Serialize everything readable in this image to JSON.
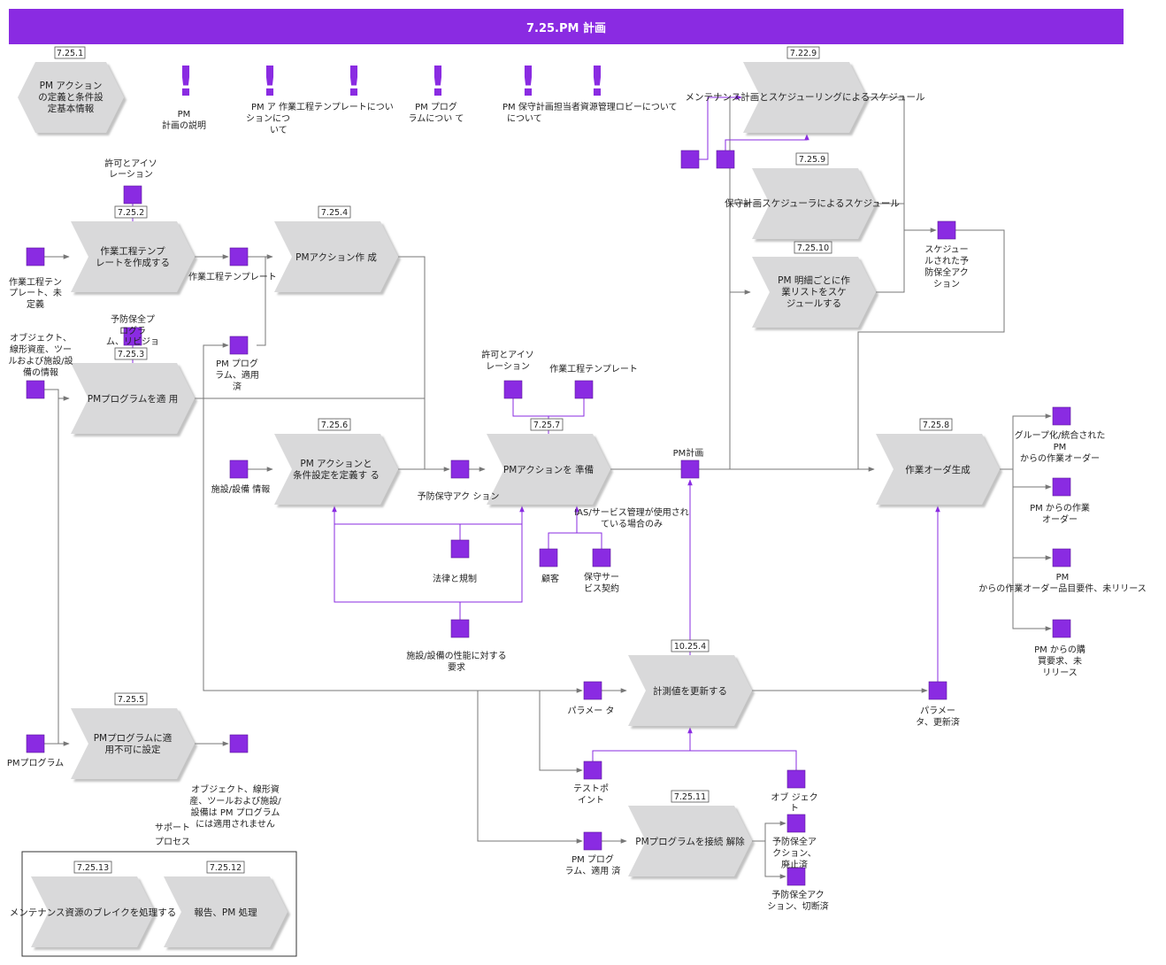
{
  "title": "7.25.PM 計画",
  "colors": {
    "header": "#8a2be2",
    "square": "#8a2be2",
    "shape": "#d9d9da",
    "connector": "#777777"
  },
  "start_node": {
    "id": "7.25.1",
    "lines": [
      "PM アクション",
      "の定義と条件設",
      "定基本情報"
    ]
  },
  "info_notes": [
    {
      "lines": [
        "PM",
        "計画の説明"
      ]
    },
    {
      "lines": [
        "PM ア 作業工程テンプレートについ",
        "ションにつ",
        "いて"
      ]
    },
    {
      "lines": [
        "PM プログ",
        "ラムについ て"
      ]
    },
    {
      "lines": [
        "PM 保守計画担当者資源管理ロビーについて",
        "について"
      ]
    }
  ],
  "processes": [
    {
      "id": "7.25.2",
      "lines": [
        "作業工程テンプ",
        "レートを作成する"
      ]
    },
    {
      "id": "7.25.3",
      "lines": [
        "PMプログラムを適 用"
      ]
    },
    {
      "id": "7.25.4",
      "lines": [
        "PMアクション作 成"
      ]
    },
    {
      "id": "7.25.5",
      "lines": [
        "PMプログラムに適",
        "用不可に設定"
      ]
    },
    {
      "id": "7.25.6",
      "lines": [
        "PM アクションと",
        "条件設定を定義す る"
      ]
    },
    {
      "id": "7.25.7",
      "lines": [
        "PMアクションを 準備"
      ]
    },
    {
      "id": "7.22.9",
      "lines": [
        "メンテナンス計画とスケジューリングによるスケジュール"
      ]
    },
    {
      "id": "7.25.9",
      "lines": [
        "保守計画スケジューラによるスケジュール"
      ]
    },
    {
      "id": "7.25.10",
      "lines": [
        "PM 明細ごとに作",
        "業リストをスケ",
        "ジュールする"
      ]
    },
    {
      "id": "7.25.8",
      "lines": [
        "作業オーダ生成"
      ]
    },
    {
      "id": "10.25.4",
      "lines": [
        "計測値を更新する"
      ]
    },
    {
      "id": "7.25.11",
      "lines": [
        "PMプログラムを接続 解除"
      ]
    },
    {
      "id": "7.25.13",
      "lines": [
        "メンテナンス資源のブレイクを処理する"
      ]
    },
    {
      "id": "7.25.12",
      "lines": [
        "報告、PM 処理"
      ]
    }
  ],
  "data_objects": [
    {
      "lines": [
        "許可とアイソ",
        "レーション"
      ]
    },
    {
      "lines": [
        "作業工程テン",
        "プレート、未",
        "定義"
      ]
    },
    {
      "lines": [
        "作業工程テンプレート"
      ]
    },
    {
      "lines": [
        "予防保全プ",
        "ログラ",
        "ム、リビジョ"
      ]
    },
    {
      "lines": [
        "オブジェクト、",
        "線形資産、ツー",
        "ルおよび施設/設",
        "備の情報"
      ]
    },
    {
      "lines": [
        "PM プログ",
        "ラム、適用",
        "済"
      ]
    },
    {
      "lines": [
        "施設/設備 情報"
      ]
    },
    {
      "lines": [
        "予防保守アク ション"
      ]
    },
    {
      "lines": [
        "許可とアイソ",
        "レーション"
      ]
    },
    {
      "lines": [
        "作業工程テンプレート"
      ]
    },
    {
      "lines": [
        "法律と規制"
      ]
    },
    {
      "lines": [
        "施設/設備の性能に対する",
        "要求"
      ]
    },
    {
      "lines": [
        "顧客"
      ]
    },
    {
      "lines": [
        "保守サー",
        "ビス契約"
      ]
    },
    {
      "lines": [
        "IAS/サービス管理が使用され",
        "ている場合のみ"
      ]
    },
    {
      "lines": [
        "PM計画"
      ]
    },
    {
      "lines": [
        "スケジュー",
        "ルされた予",
        "防保全アク",
        "ション"
      ]
    },
    {
      "lines": [
        "グループ化/統合された",
        "PM",
        "からの作業オーダー"
      ]
    },
    {
      "lines": [
        "PM からの作業",
        "オーダー"
      ]
    },
    {
      "lines": [
        "PM",
        "からの作業オーダー品目要件、未リリース"
      ]
    },
    {
      "lines": [
        "PM からの購",
        "買要求、未",
        "リリース"
      ]
    },
    {
      "lines": [
        "パラメー タ"
      ]
    },
    {
      "lines": [
        "パラメー",
        "タ、更新済"
      ]
    },
    {
      "lines": [
        "テストポ",
        "イント"
      ]
    },
    {
      "lines": [
        "オブ ジェク",
        "ト"
      ]
    },
    {
      "lines": [
        "PM プログ",
        "ラム、適用 済"
      ]
    },
    {
      "lines": [
        "予防保全ア",
        "クション、",
        "廃止済"
      ]
    },
    {
      "lines": [
        "予防保全アク",
        "ション、切断済"
      ]
    },
    {
      "lines": [
        "PMプログラム"
      ]
    },
    {
      "lines": [
        "オブジェクト、線形資",
        "産、ツールおよび施設/",
        "設備は PM プログラム",
        "には適用されません"
      ]
    }
  ],
  "support_label": [
    "サポート",
    "プロセス"
  ]
}
